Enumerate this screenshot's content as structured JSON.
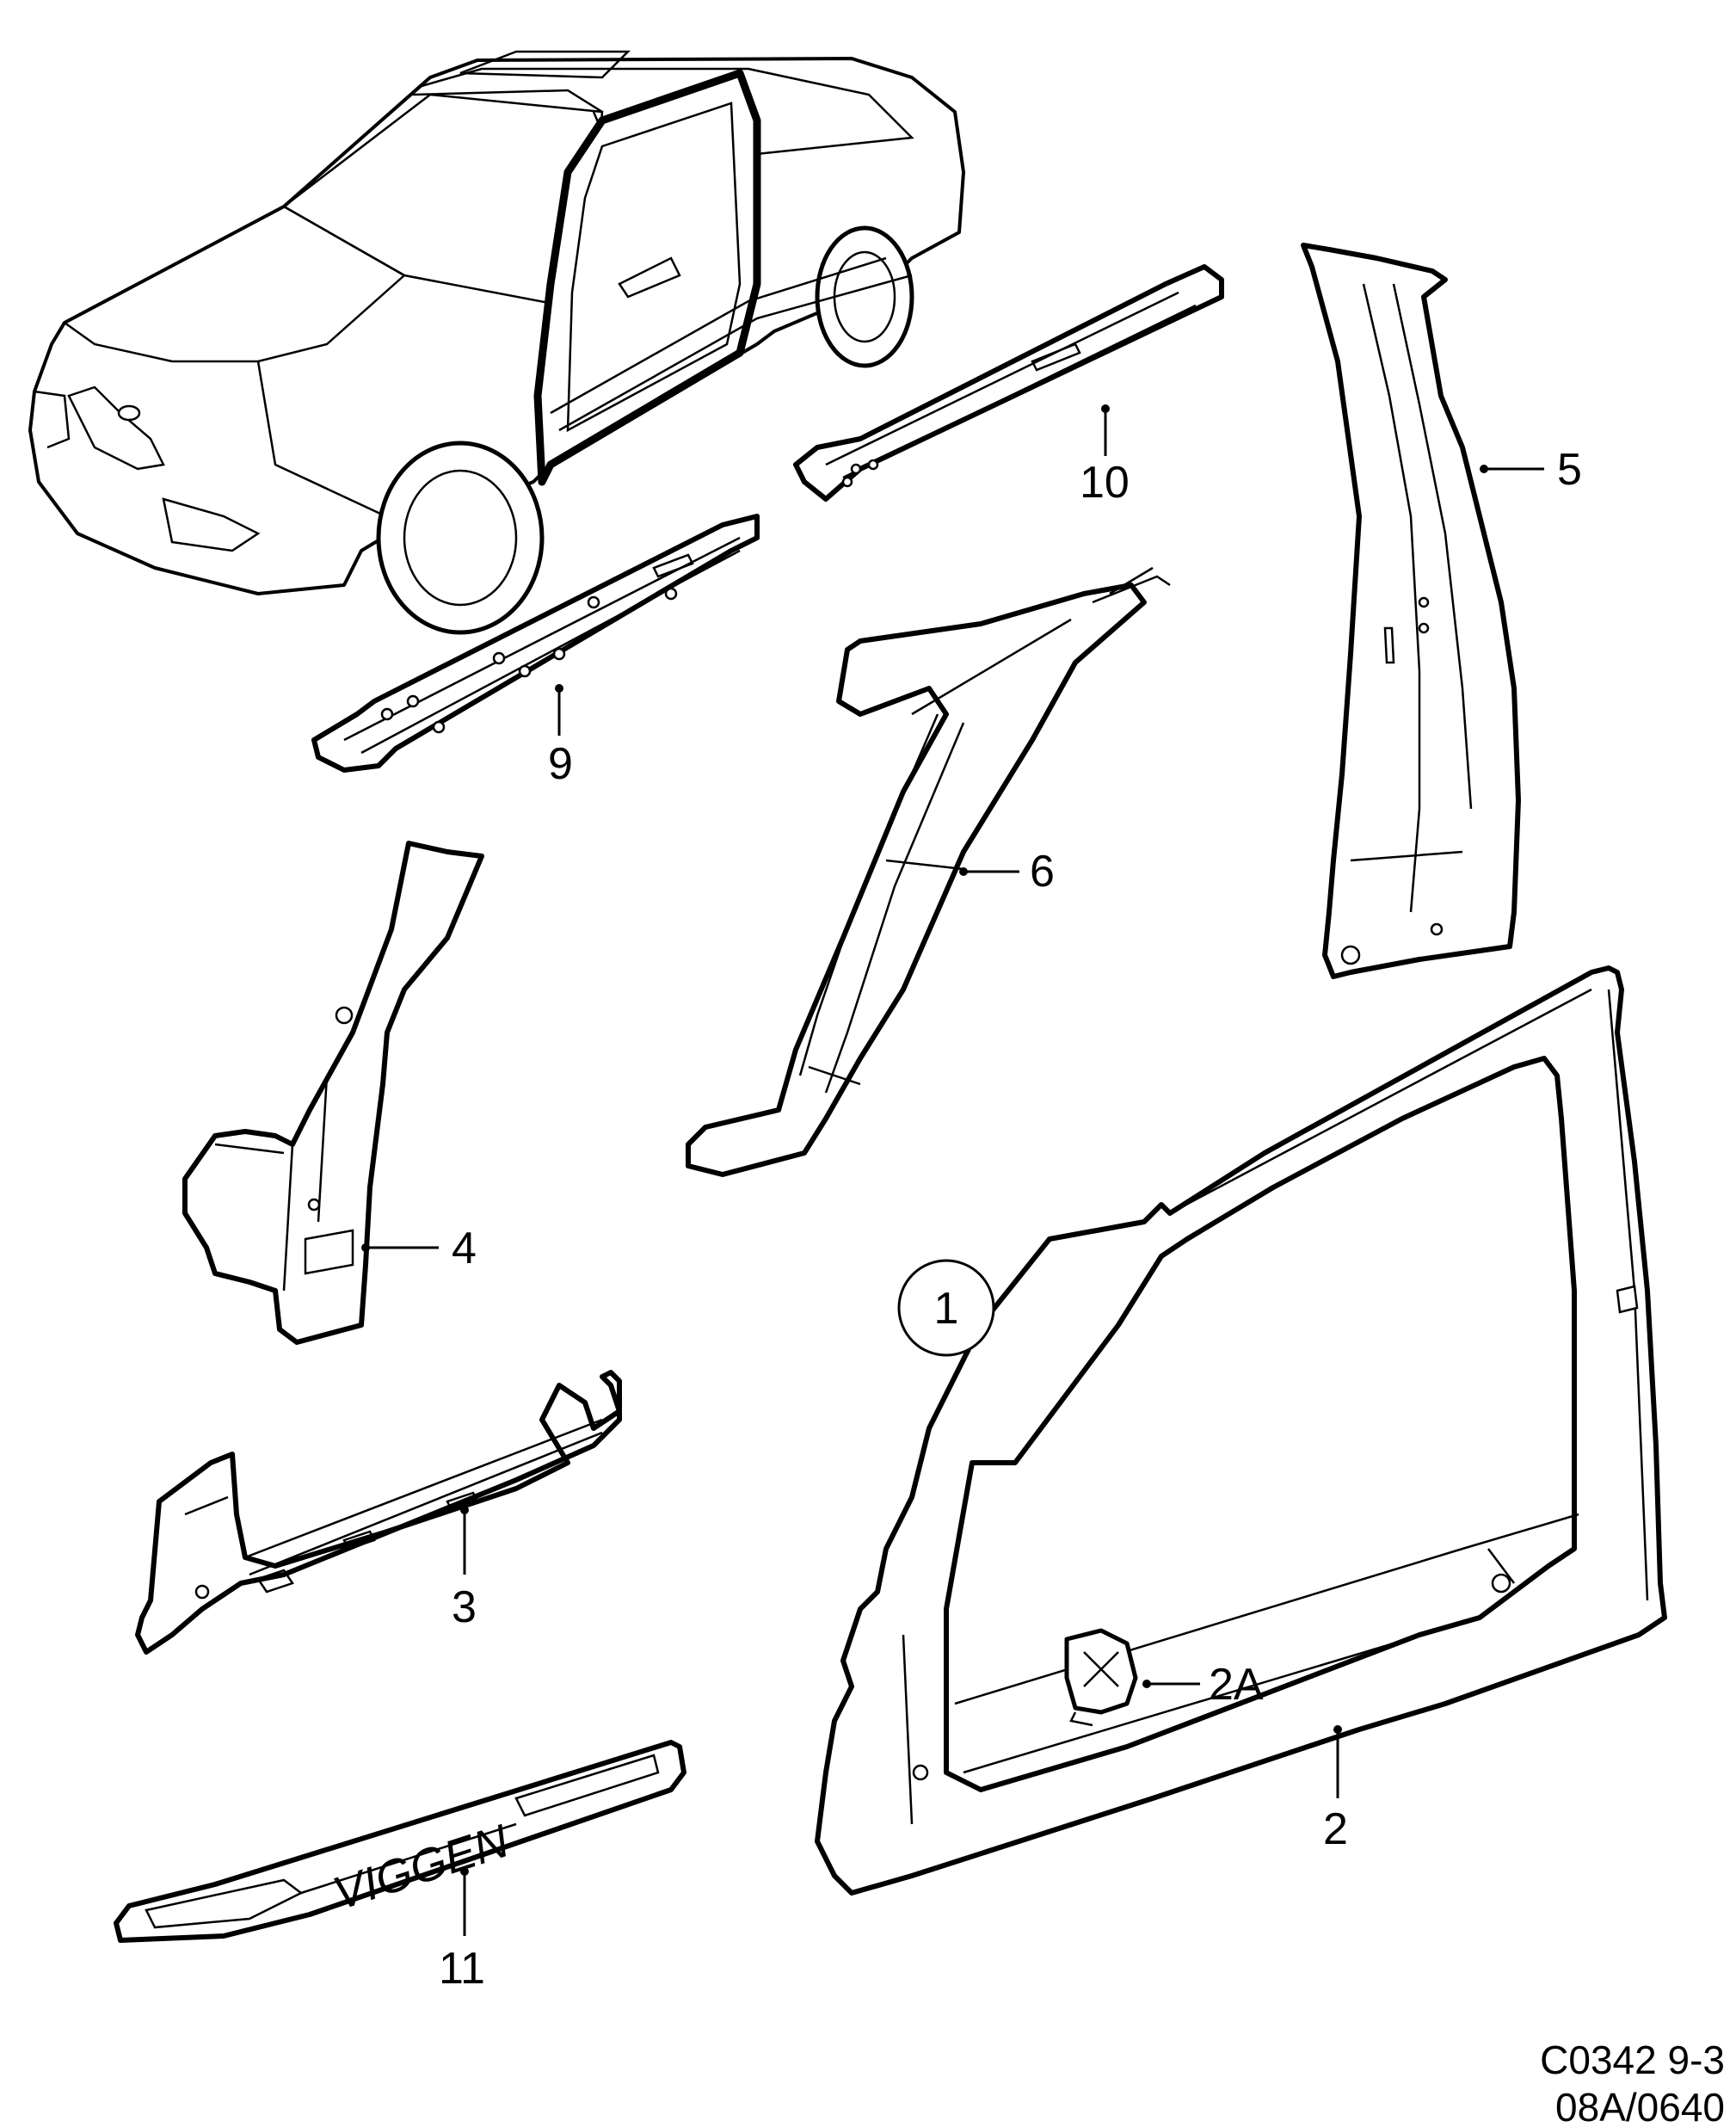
{
  "callouts": {
    "c1": "1",
    "c2": "2",
    "c2a": "2A",
    "c3": "3",
    "c4": "4",
    "c5": "5",
    "c6": "6",
    "c9": "9",
    "c10": "10",
    "c11": "11"
  },
  "sill_badge_text": "VIGGEN",
  "reference": {
    "line1": "C0342 9-3",
    "line2": "08A/0640"
  }
}
